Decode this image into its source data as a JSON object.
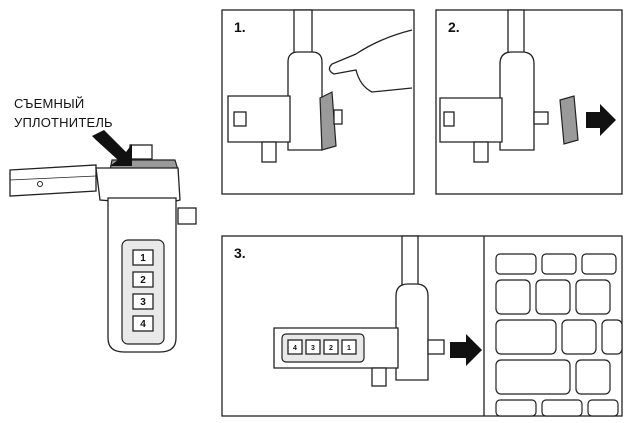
{
  "callout": {
    "line1": "СЪЕМНЫЙ",
    "line2": "УПЛОТНИТЕЛЬ"
  },
  "steps": [
    {
      "label": "1."
    },
    {
      "label": "2."
    },
    {
      "label": "3."
    }
  ],
  "dial_digits": [
    "1",
    "2",
    "3",
    "4"
  ],
  "colors": {
    "line": "#222222",
    "fill": "#ffffff",
    "accent": "#111111"
  }
}
